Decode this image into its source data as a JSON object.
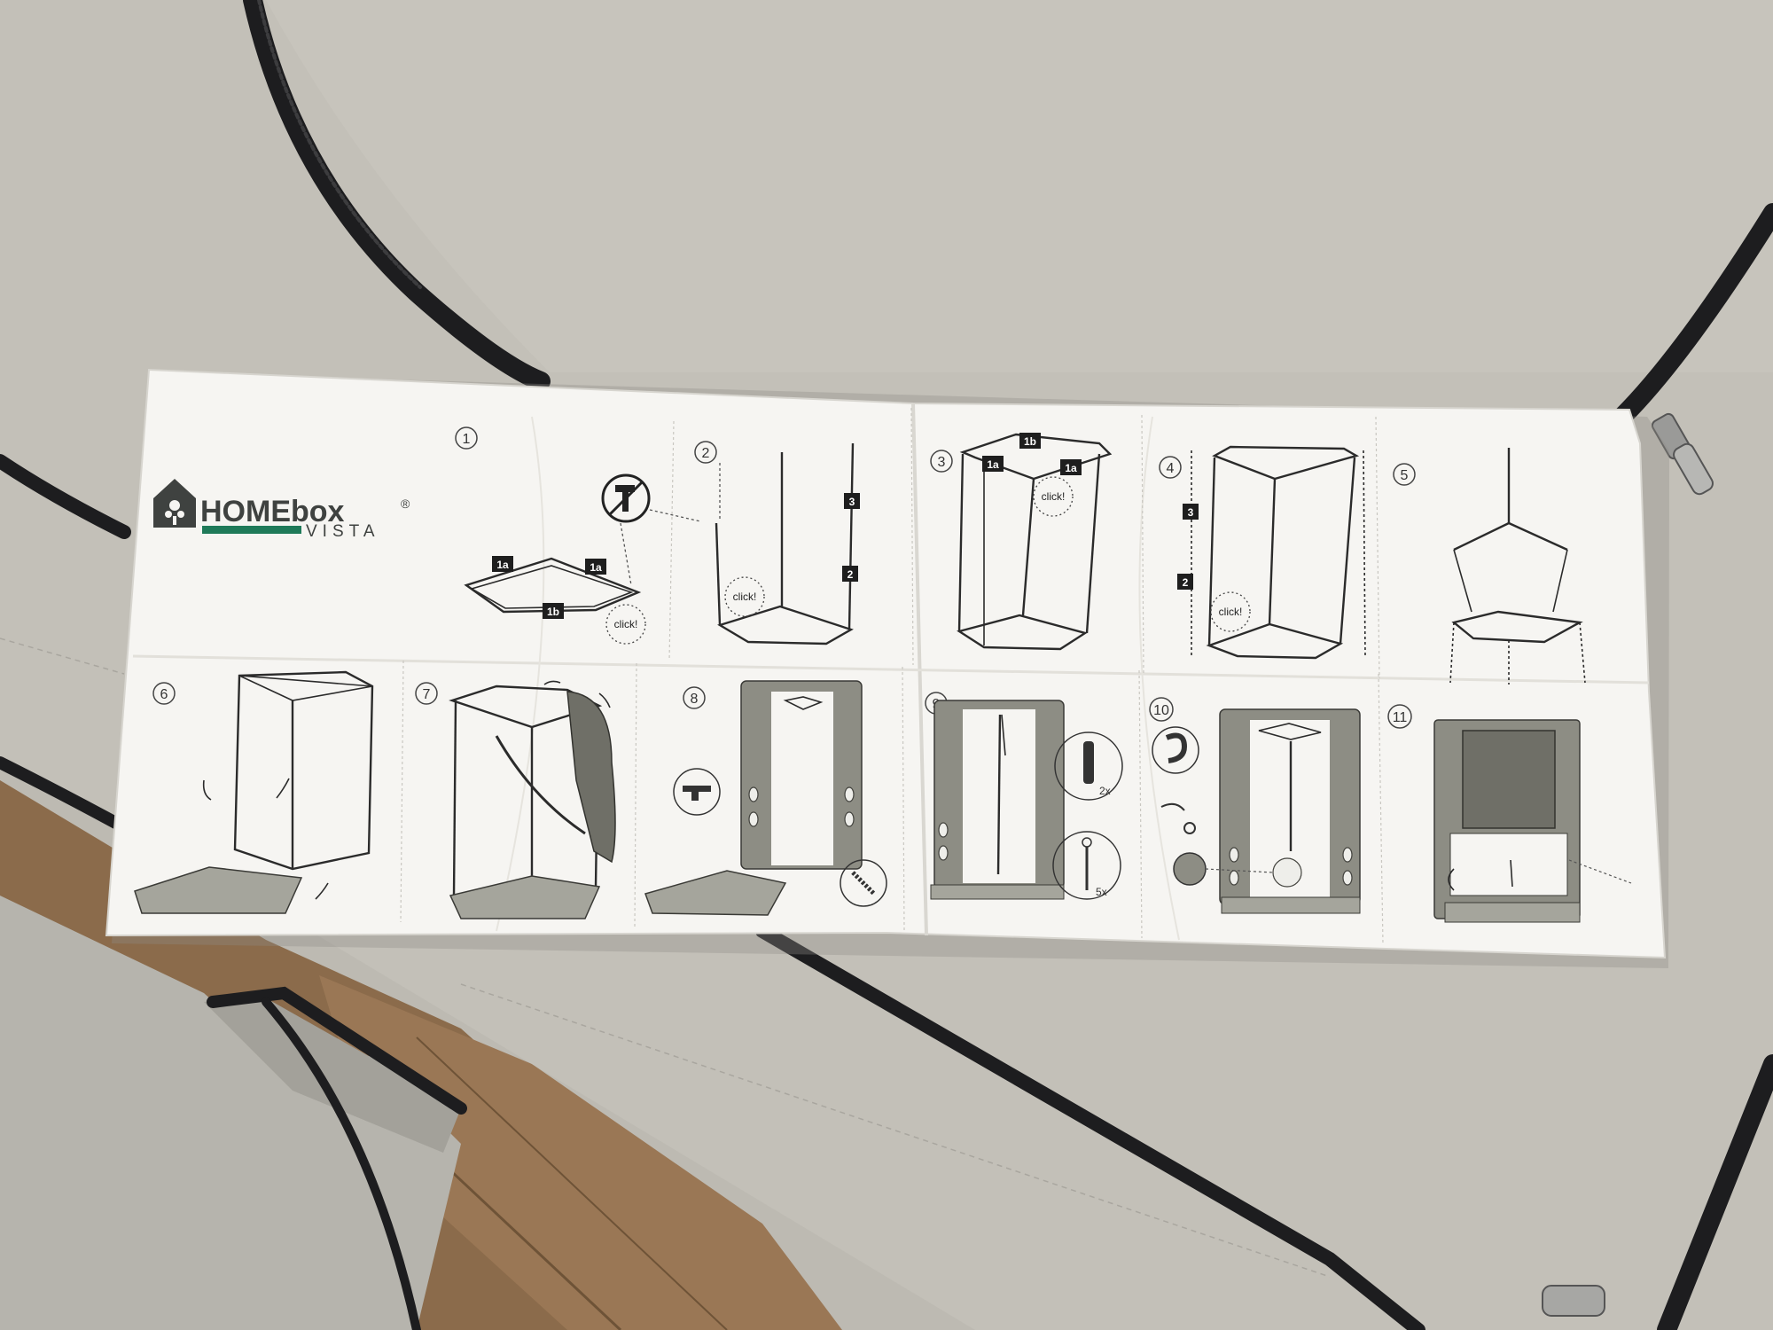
{
  "brand": {
    "name_main": "HOMEbox",
    "registered_mark": "®",
    "name_sub": "VISTA",
    "accent_color": "#1f7a59"
  },
  "steps": [
    "1",
    "2",
    "3",
    "4",
    "5",
    "6",
    "7",
    "8",
    "9",
    "10",
    "11"
  ],
  "part_labels": {
    "a": "1a",
    "b": "1b",
    "two": "2",
    "three": "3"
  },
  "click_label": "click!",
  "quantities": {
    "velcro": "2x",
    "pins": "5x"
  },
  "colors": {
    "tent_fabric": "#bdbab2",
    "zipper_trim": "#1d1d1f",
    "paper": "#f6f5f2",
    "floor_wood": "#8a6a4a"
  }
}
